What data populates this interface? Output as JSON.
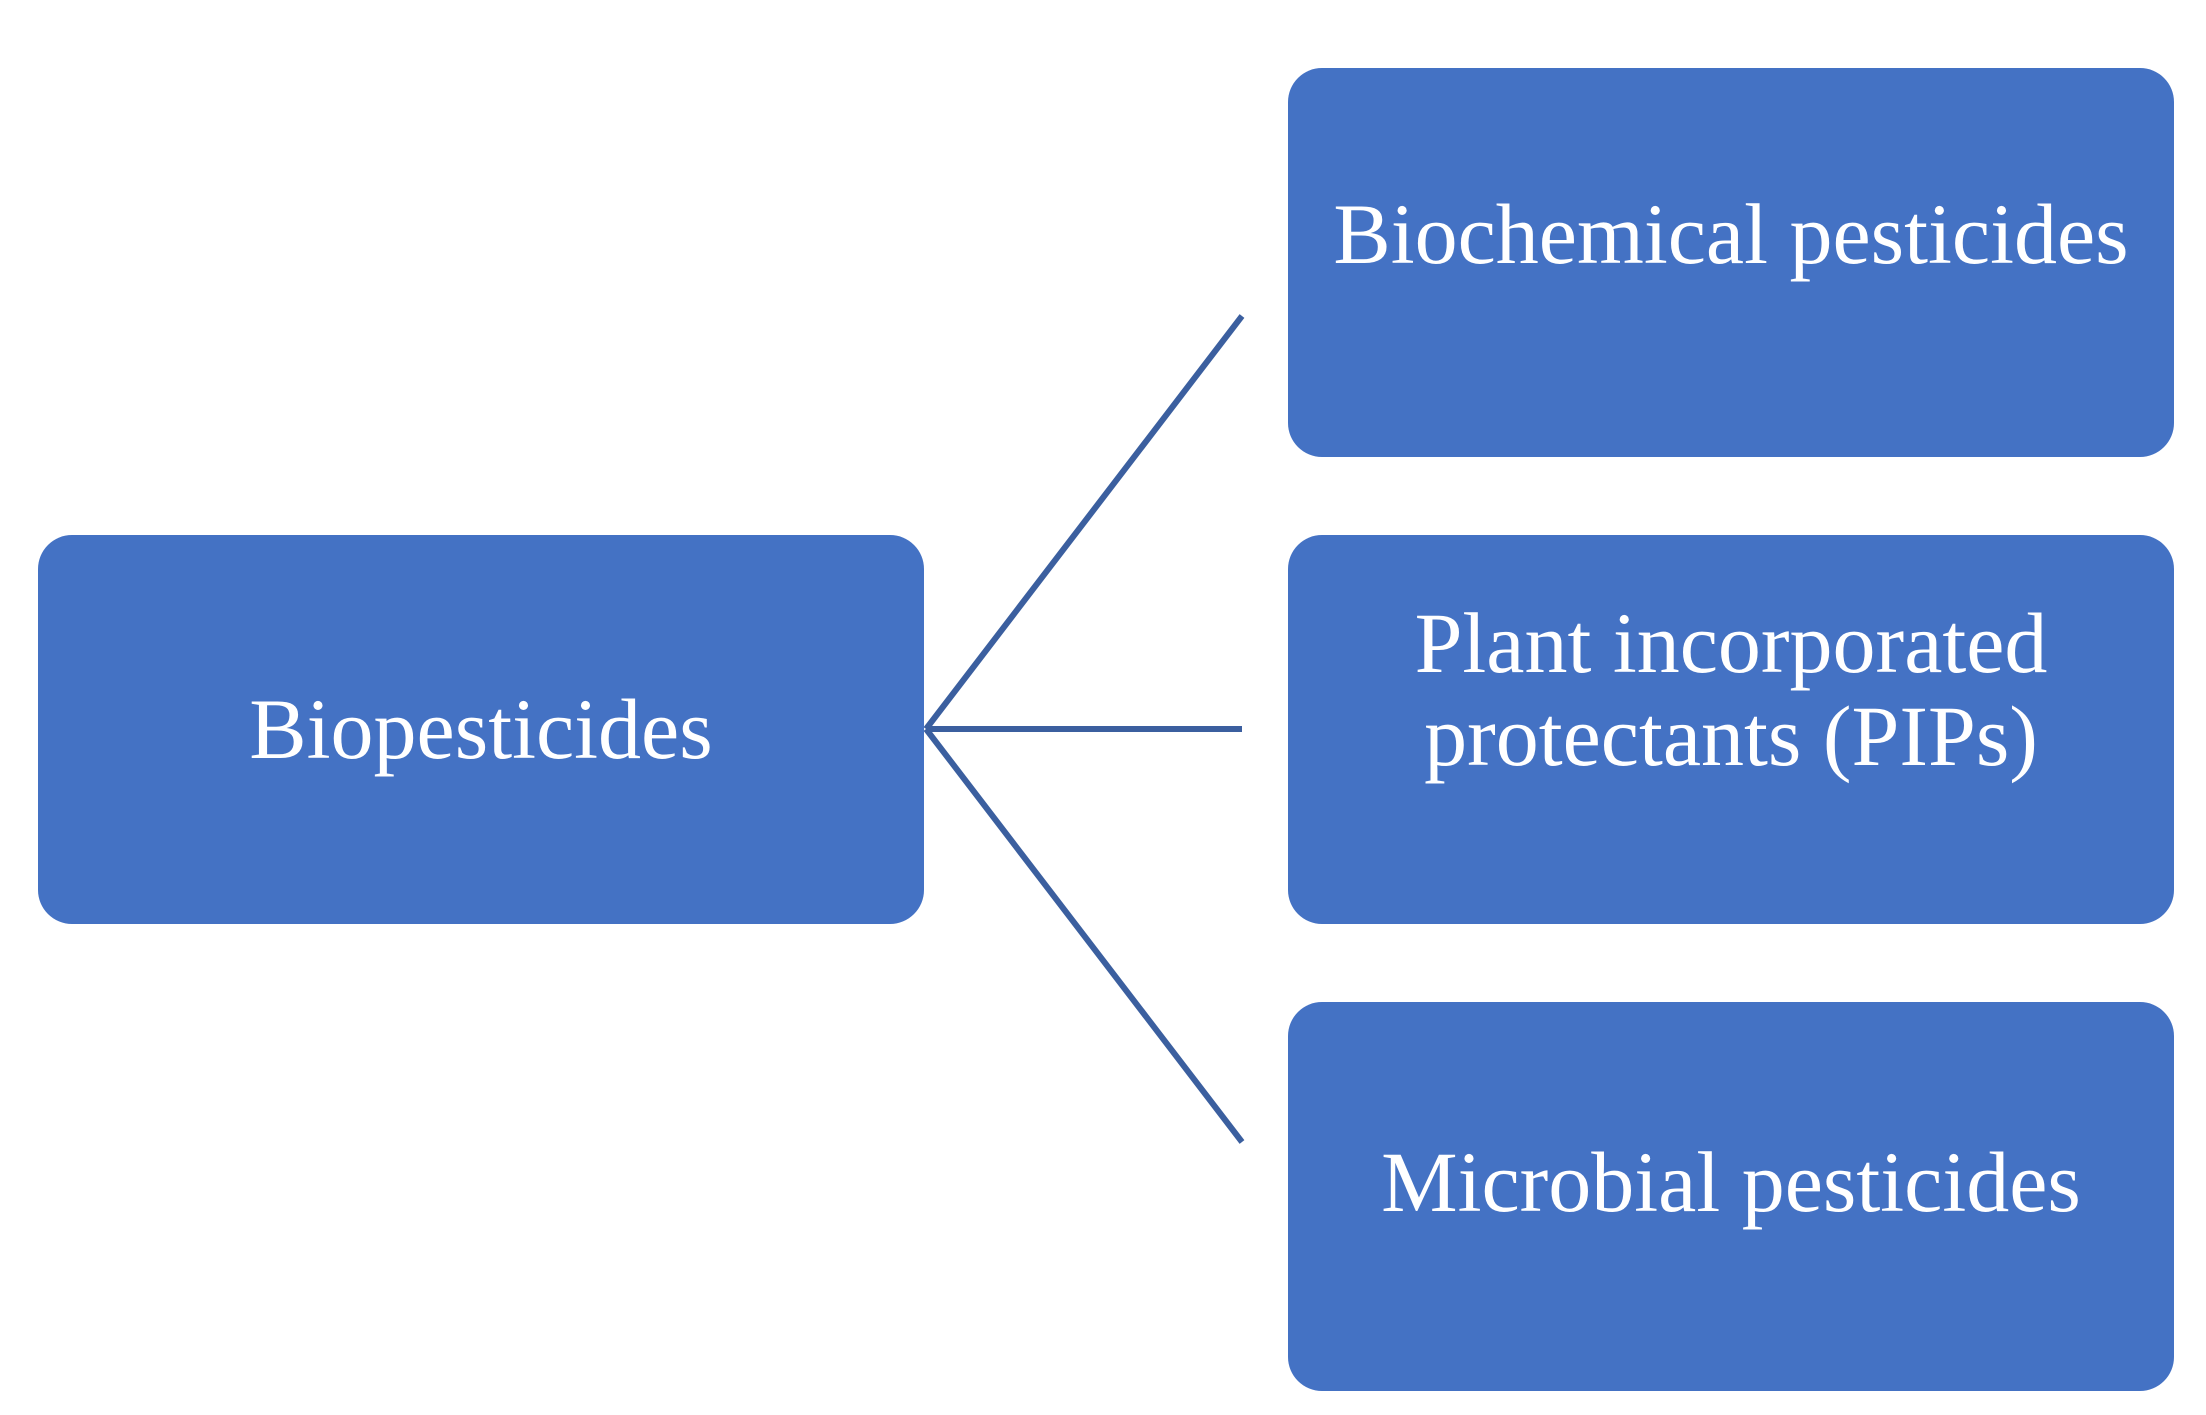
{
  "diagram": {
    "root": {
      "label": "Biopesticides"
    },
    "children": [
      {
        "label": "Biochemical pesticides"
      },
      {
        "label": "Plant incorporated protectants (PIPs)",
        "lines": [
          "Plant incorporated",
          "protectants (PIPs)"
        ]
      },
      {
        "label": "Microbial pesticides"
      }
    ]
  },
  "colors": {
    "node_fill": "#4472c4",
    "connector": "#3b5f9f",
    "text": "#ffffff"
  }
}
